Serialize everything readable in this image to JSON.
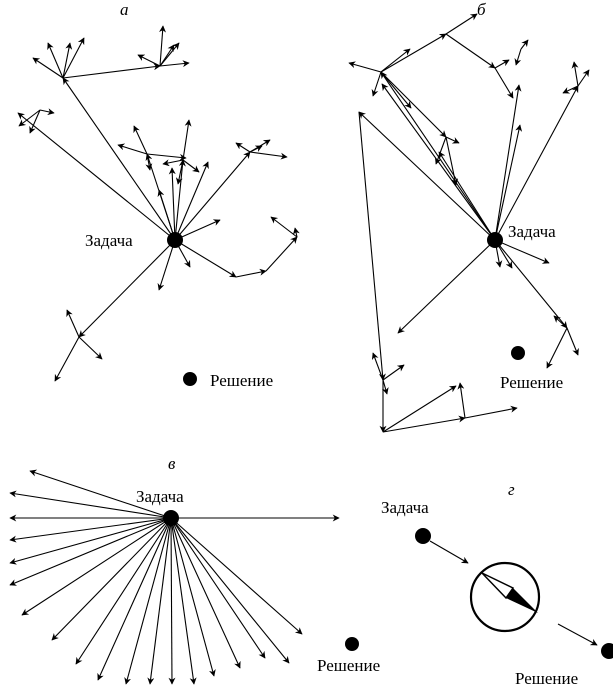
{
  "panels": [
    {
      "id": "a",
      "letter": "а",
      "start_label": "Задача",
      "end_label": "Решение"
    },
    {
      "id": "b",
      "letter": "б",
      "start_label": "Задача",
      "end_label": "Решение"
    },
    {
      "id": "v",
      "letter": "в",
      "start_label": "Задача",
      "end_label": "Решение"
    },
    {
      "id": "g",
      "letter": "г",
      "start_label": "Задача",
      "end_label": "Решение"
    }
  ],
  "icons": {
    "guide": "compass-icon"
  },
  "colors": {
    "ink": "#000000",
    "background": "#ffffff"
  }
}
